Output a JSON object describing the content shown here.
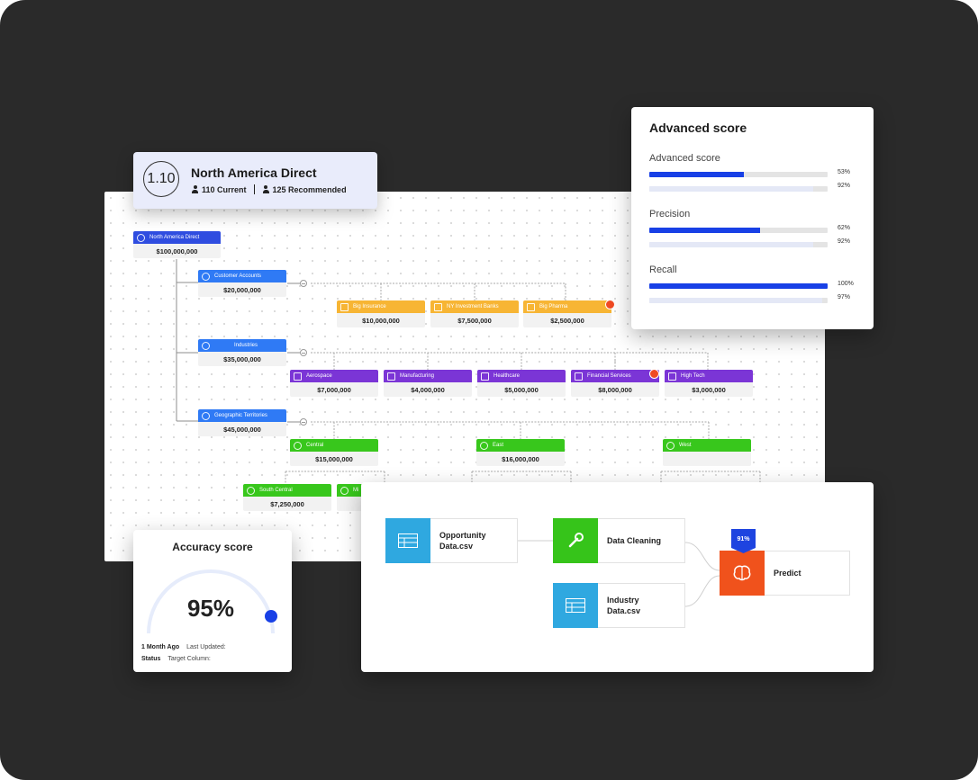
{
  "title_card": {
    "number": "1.10",
    "title": "North America Direct",
    "current": "110 Current",
    "recommended": "125 Recommended"
  },
  "tree": {
    "root": {
      "label": "North America Direct",
      "value": "$100,000,000"
    },
    "customer_accounts": {
      "label": "Customer Accounts",
      "value": "$20,000,000"
    },
    "industries": {
      "label": "Industries",
      "value": "$35,000,000"
    },
    "geographic": {
      "label": "Geographic Territories",
      "value": "$45,000,000"
    },
    "accounts": [
      {
        "label": "Big Insurance",
        "value": "$10,000,000"
      },
      {
        "label": "NY Investment Banks",
        "value": "$7,500,000"
      },
      {
        "label": "Big Pharma",
        "value": "$2,500,000"
      }
    ],
    "industry_list": [
      {
        "label": "Aerospace",
        "value": "$7,000,000"
      },
      {
        "label": "Manufacturing",
        "value": "$4,000,000"
      },
      {
        "label": "Healthcare",
        "value": "$5,000,000"
      },
      {
        "label": "Financial Services",
        "value": "$8,000,000"
      },
      {
        "label": "High Tech",
        "value": "$3,000,000"
      }
    ],
    "regions": [
      {
        "label": "Central",
        "value": "$15,000,000"
      },
      {
        "label": "East",
        "value": "$16,000,000"
      },
      {
        "label": "West",
        "value": ""
      }
    ],
    "subregions": [
      {
        "label": "South Central",
        "value": "$7,250,000"
      },
      {
        "label": "Mi",
        "value": ""
      }
    ]
  },
  "advanced": {
    "title": "Advanced score",
    "metrics": [
      {
        "label": "Advanced score",
        "primary": 53,
        "primary_label": "53%",
        "secondary": 92,
        "secondary_label": "92%"
      },
      {
        "label": "Precision",
        "primary": 62,
        "primary_label": "62%",
        "secondary": 92,
        "secondary_label": "92%"
      },
      {
        "label": "Recall",
        "primary": 100,
        "primary_label": "100%",
        "secondary": 97,
        "secondary_label": "97%"
      }
    ]
  },
  "accuracy": {
    "title": "Accuracy score",
    "value": "95%",
    "level": 0.95,
    "updated_value": "1 Month Ago",
    "updated_label": "Last Updated:",
    "status_value": "Status",
    "status_label": "Target Column:"
  },
  "pipeline": {
    "opportunity": "Opportunity Data.csv",
    "cleaning": "Data Cleaning",
    "industry": "Industry Data.csv",
    "predict": "Predict",
    "badge": "91%"
  },
  "colors": {
    "background": "#2a2a2a",
    "accent_blue": "#1840e6",
    "node_blue": "#2f7af5",
    "node_yellow": "#f7b534",
    "node_purple": "#7b35d6",
    "node_green": "#38c71c",
    "predict_orange": "#f0521c"
  }
}
